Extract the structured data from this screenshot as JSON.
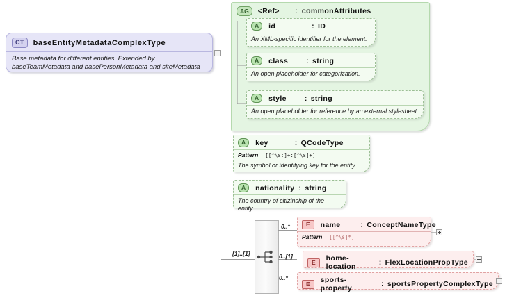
{
  "diagram": {
    "type": "xsd-schema-diagram",
    "root": {
      "tag": "CT",
      "tag_title": "complexType",
      "name": "baseEntityMetadataComplexType",
      "documentation": "Base metadata for different entities. Extended by baseTeamMetadata and basePersonMetadata and siteMetadata",
      "expander": "minus"
    },
    "attribute_group": {
      "tag": "AG",
      "ref_label": "<Ref>",
      "separator": ":",
      "name": "commonAttributes",
      "attributes": [
        {
          "tag": "A",
          "name": "id",
          "separator": ":",
          "type": "ID",
          "documentation": "An XML-specific identifier for the element."
        },
        {
          "tag": "A",
          "name": "class",
          "separator": ":",
          "type": "string",
          "documentation": "An open placeholder for categorization."
        },
        {
          "tag": "A",
          "name": "style",
          "separator": ":",
          "type": "string",
          "documentation": "An open placeholder for reference by an external stylesheet."
        }
      ]
    },
    "attributes": [
      {
        "tag": "A",
        "name": "key",
        "separator": ":",
        "type": "QCodeType",
        "pattern_label": "Pattern",
        "pattern_value": "[[^\\s:]+:[^\\s]+]",
        "documentation": "The symbol or identifying key for the entity."
      },
      {
        "tag": "A",
        "name": "nationality",
        "separator": ":",
        "type": "string",
        "documentation": "The country of citizinship of the entity."
      }
    ],
    "compositor": {
      "kind": "sequence",
      "cardinality": "[1]..[1]"
    },
    "elements": [
      {
        "tag": "E",
        "name": "name",
        "separator": ":",
        "type": "ConceptNameType",
        "cardinality": "0..*",
        "pattern_label": "Pattern",
        "pattern_value": "[[^\\s]*]",
        "expander": "plus"
      },
      {
        "tag": "E",
        "name": "home-location",
        "separator": ":",
        "type": "FlexLocationPropType",
        "cardinality": "0..[1]",
        "expander": "plus"
      },
      {
        "tag": "E",
        "name": "sports-property",
        "separator": ":",
        "type": "sportsPropertyComplexType",
        "cardinality": "0..*",
        "expander": "plus"
      }
    ],
    "colors": {
      "complextype_fill": "#e6e5f7",
      "attributegroup_fill": "#e4f5e2",
      "attribute_fill": "#f3fbf1",
      "element_fill": "#fdeeee",
      "connector": "#9a9a9a"
    }
  }
}
